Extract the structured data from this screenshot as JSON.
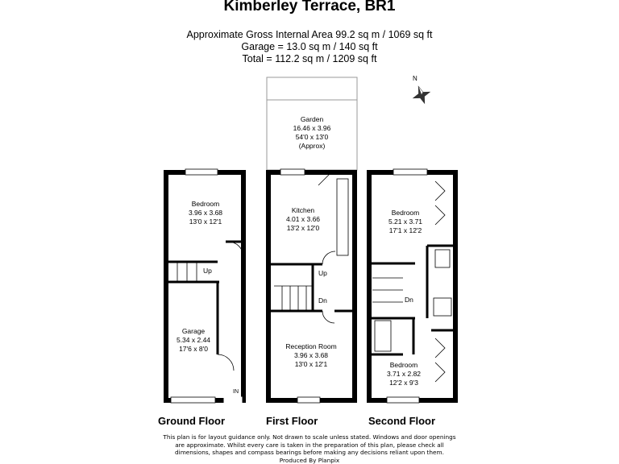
{
  "title": "Kimberley Terrace, BR1",
  "areas": [
    "Approximate Gross Internal Area 99.2 sq m / 1069 sq ft",
    "Garage = 13.0 sq m / 140 sq ft",
    "Total = 112.2 sq m / 1209 sq ft"
  ],
  "compass_label": "N",
  "garden": {
    "name": "Garden",
    "metric": "16.46 x 3.96",
    "imperial": "54'0 x 13'0",
    "note": "(Approx)"
  },
  "ground_floor": {
    "label": "Ground Floor",
    "bedroom": {
      "name": "Bedroom",
      "metric": "3.96 x 3.68",
      "imperial": "13'0 x 12'1"
    },
    "garage": {
      "name": "Garage",
      "metric": "5.34 x 2.44",
      "imperial": "17'6 x 8'0"
    },
    "stairs": "Up",
    "entrance": "IN"
  },
  "first_floor": {
    "label": "First Floor",
    "kitchen": {
      "name": "Kitchen",
      "metric": "4.01 x 3.66",
      "imperial": "13'2 x 12'0"
    },
    "reception": {
      "name": "Reception Room",
      "metric": "3.96 x 3.68",
      "imperial": "13'0 x 12'1"
    },
    "stairs_up": "Up",
    "stairs_down": "Dn"
  },
  "second_floor": {
    "label": "Second Floor",
    "bedroom1": {
      "name": "Bedroom",
      "metric": "5.21 x 3.71",
      "imperial": "17'1 x 12'2"
    },
    "bedroom2": {
      "name": "Bedroom",
      "metric": "3.71 x 2.82",
      "imperial": "12'2 x 9'3"
    },
    "stairs_down": "Dn"
  },
  "disclaimer": [
    "This plan is for layout guidance only. Not drawn to scale unless stated. Windows and door openings",
    "are approximate. Whilst every care is taken in the preparation of this plan, please check all",
    "dimensions, shapes and compass bearings before making any decisions reliant upon them.",
    "Produced By Planpix"
  ]
}
